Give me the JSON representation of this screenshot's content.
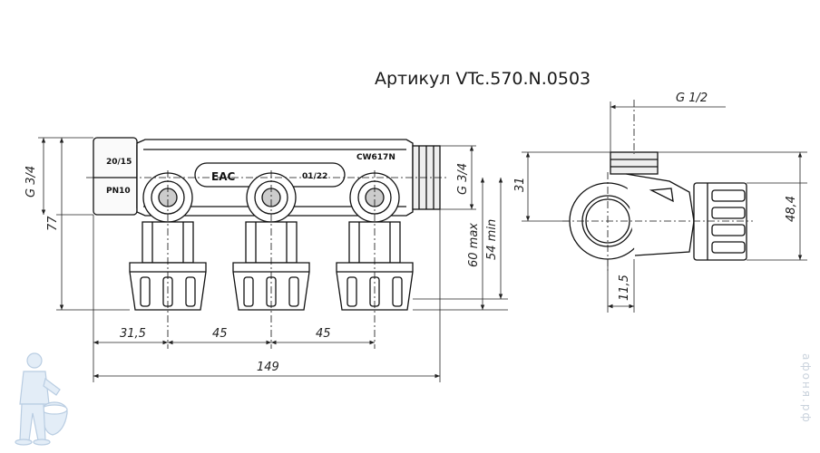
{
  "title": "Артикул VTc.570.N.0503",
  "watermark": "афоня.рф",
  "body_marks": {
    "size": "20/15",
    "pressure": "PN10",
    "cert": "EAC",
    "date": "01/22",
    "material": "CW617N"
  },
  "front_view": {
    "inlet_thread": "G 3/4",
    "outlet_thread": "G 3/4",
    "height_total": "77",
    "height_max": "60 max",
    "height_min": "54 min",
    "offset_first": "31,5",
    "spacing_1": "45",
    "spacing_2": "45",
    "length_total": "149"
  },
  "side_view": {
    "outlet_thread": "G 1/2",
    "height_axis": "31",
    "height_total": "48,4",
    "offset": "11,5"
  }
}
